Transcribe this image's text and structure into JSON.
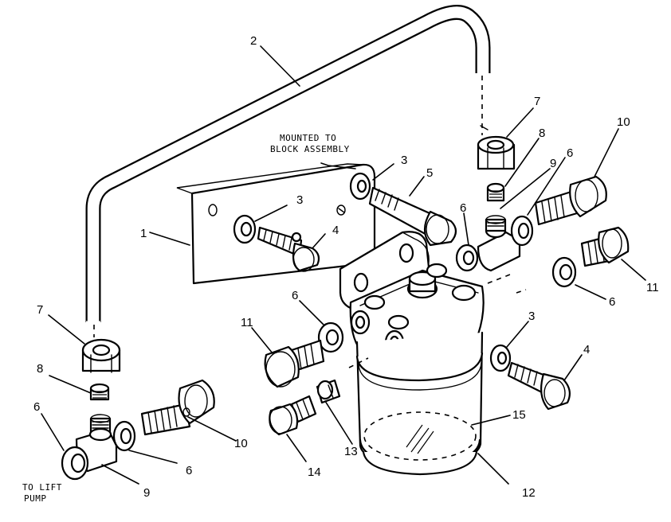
{
  "notes": {
    "mounted_line1": "MOUNTED TO",
    "mounted_line2": "BLOCK ASSEMBLY",
    "lift_line1": "TO LIFT",
    "lift_line2": "PUMP"
  },
  "callouts": {
    "c1": "1",
    "c2": "2",
    "c3a": "3",
    "c3b": "3",
    "c3c": "3",
    "c4a": "4",
    "c4b": "4",
    "c5": "5",
    "c6a": "6",
    "c6b": "6",
    "c6c": "6",
    "c6d": "6",
    "c6e": "6",
    "c6f": "6",
    "c7a": "7",
    "c7b": "7",
    "c8a": "8",
    "c8b": "8",
    "c9a": "9",
    "c9b": "9",
    "c10a": "10",
    "c10b": "10",
    "c11a": "11",
    "c11b": "11",
    "c12": "12",
    "c13": "13",
    "c14": "14",
    "c15": "15"
  }
}
